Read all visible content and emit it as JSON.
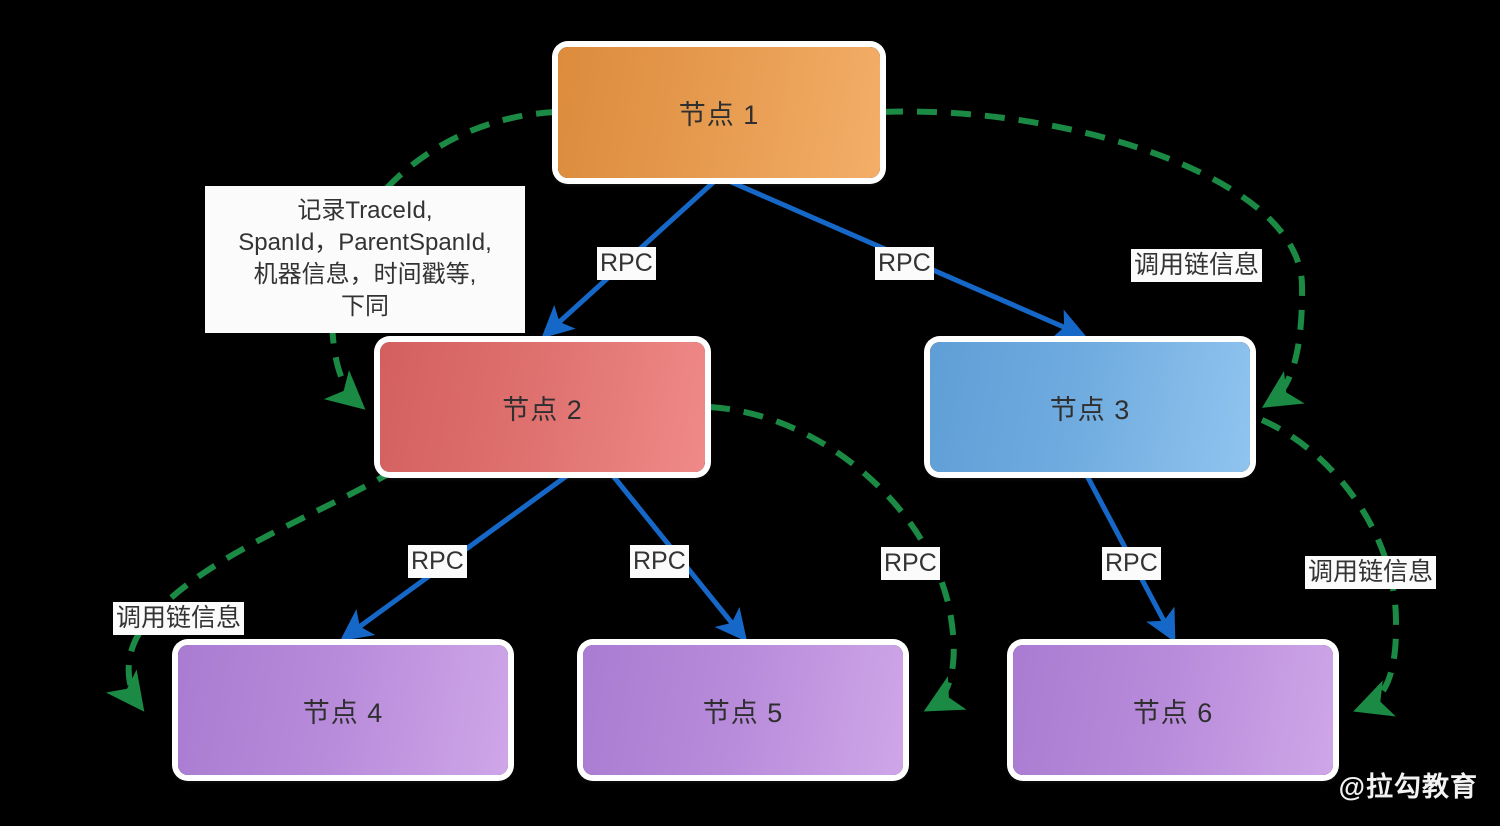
{
  "diagram": {
    "title_watermark": "@拉勾教育",
    "background_color": "#000000",
    "rpc_edge_color": "#1668c8",
    "trace_edge_color": "#1a8a45",
    "nodes": [
      {
        "id": "n1",
        "label": "节点 1",
        "color": "#e59a4e"
      },
      {
        "id": "n2",
        "label": "节点 2",
        "color": "#de706e"
      },
      {
        "id": "n3",
        "label": "节点 3",
        "color": "#6fabdf"
      },
      {
        "id": "n4",
        "label": "节点 4",
        "color": "#b78ada"
      },
      {
        "id": "n5",
        "label": "节点 5",
        "color": "#b78ada"
      },
      {
        "id": "n6",
        "label": "节点 6",
        "color": "#b78ada"
      }
    ],
    "note": {
      "lines": [
        "记录TraceId,",
        "SpanId，ParentSpanId,",
        "机器信息，时间戳等,",
        "下同"
      ]
    },
    "rpc_labels": [
      {
        "id": "rpc_1_2",
        "text": "RPC"
      },
      {
        "id": "rpc_1_3",
        "text": "RPC"
      },
      {
        "id": "rpc_2_4",
        "text": "RPC"
      },
      {
        "id": "rpc_2_5",
        "text": "RPC"
      },
      {
        "id": "rpc_mid",
        "text": "RPC"
      },
      {
        "id": "rpc_3_6",
        "text": "RPC"
      }
    ],
    "trace_labels": [
      {
        "id": "trace_top_right",
        "text": "调用链信息"
      },
      {
        "id": "trace_bottom_right",
        "text": "调用链信息"
      },
      {
        "id": "trace_bottom_left",
        "text": "调用链信息"
      }
    ]
  }
}
